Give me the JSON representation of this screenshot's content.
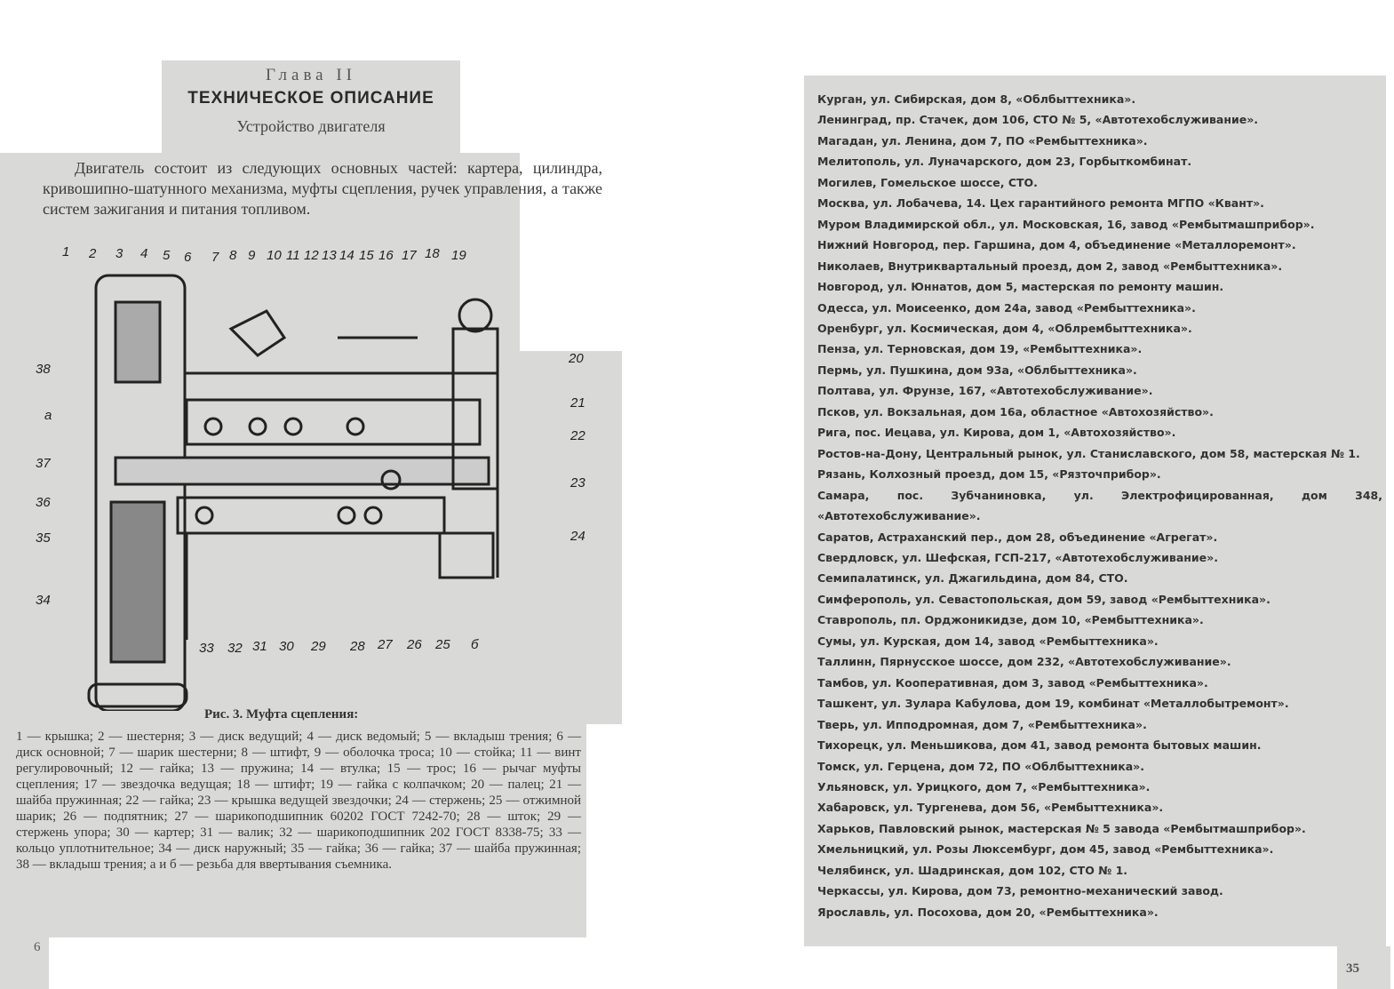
{
  "left_page": {
    "chapter": "Глава II",
    "title": "ТЕХНИЧЕСКОЕ ОПИСАНИЕ",
    "section": "Устройство двигателя",
    "intro": "Двигатель состоит из следующих основных частей: картера, цилиндра, кривошипно-шатунного механизма, муфты сцепления, ручек управления, а также систем зажигания и питания топливом.",
    "figure_labels_top": [
      "1",
      "2",
      "3",
      "4",
      "5",
      "6",
      "7",
      "8",
      "9",
      "10",
      "11",
      "12",
      "13",
      "14",
      "15",
      "16",
      "17",
      "18",
      "19"
    ],
    "figure_labels_right": [
      "20",
      "21",
      "22",
      "23",
      "24"
    ],
    "figure_labels_bottom": [
      "33",
      "32",
      "31",
      "30",
      "29",
      "28",
      "27",
      "26",
      "25",
      "б"
    ],
    "figure_labels_left": [
      "38",
      "а",
      "37",
      "36",
      "35",
      "34"
    ],
    "caption_title": "Рис. 3. Муфта сцепления:",
    "caption": "1 — крышка; 2 — шестерня; 3 — диск ведущий; 4 — диск ведомый; 5 — вкладыш трения; 6 — диск основной; 7 — шарик шестерни; 8 — штифт, 9 — оболочка троса; 10 — стойка; 11 — винт регулировочный; 12 — гайка; 13 — пружина; 14 — втулка; 15 — трос; 16 — рычаг муфты сцепления; 17 — звездочка ведущая; 18 — штифт; 19 — гайка с колпачком; 20 — палец; 21 — шайба пружинная; 22 — гайка; 23 — крышка ведущей звездочки; 24 — стержень; 25 — отжимной шарик; 26 — подпятник; 27 — шарикоподшипник 60202 ГОСТ 7242-70; 28 — шток; 29 — стержень упора; 30 — картер; 31 — валик; 32 — шарикоподшипник 202 ГОСТ 8338-75; 33 — кольцо уплотнительное; 34 — диск наружный; 35 — гайка; 36 — гайка; 37 — шайба пружинная; 38 — вкладыш трения; а и б — резьба для ввертывания съемника.",
    "page_number": "6"
  },
  "right_page": {
    "addresses": [
      "Курган, ул. Сибирская, дом 8, «Облбыттехника».",
      "Ленинград, пр. Стачек, дом 106, СТО № 5, «Автотехобслуживание».",
      "Магадан, ул. Ленина, дом 7, ПО «Рембыттехника».",
      "Мелитополь, ул. Луначарского, дом 23, Горбыткомбинат.",
      "Могилев, Гомельское шоссе, СТО.",
      "Москва, ул. Лобачева, 14. Цех гарантийного ремонта МГПО «Квант».",
      "Муром Владимирской обл., ул. Московская, 16, завод «Рембытмашприбор».",
      "Нижний Новгород, пер. Гаршина, дом 4, объединение «Металлоремонт».",
      "Николаев, Внутриквартальный проезд, дом 2, завод «Рембыттехника».",
      "Новгород, ул. Юннатов, дом 5, мастерская по ремонту машин.",
      "Одесса, ул. Моисеенко, дом 24а, завод «Рембыттехника».",
      "Оренбург, ул. Космическая, дом 4, «Облрембыттехника».",
      "Пенза, ул. Терновская, дом 19, «Рембыттехника».",
      "Пермь, ул. Пушкина, дом 93а, «Облбыттехника».",
      "Полтава, ул. Фрунзе, 167, «Автотехобслуживание».",
      "Псков, ул. Вокзальная, дом 16а, областное «Автохозяйство».",
      "Рига, пос. Иецава, ул. Кирова, дом 1, «Автохозяйство».",
      "Ростов-на-Дону, Центральный рынок, ул. Станиславского, дом 58, мастерская № 1.",
      "Рязань, Колхозный проезд, дом 15, «Рязточприбор».",
      "Самара, пос. Зубчаниновка, ул. Электрофицированная, дом 348, «Автотехобслуживание».",
      "Саратов, Астраханский пер., дом 28, объединение «Агрегат».",
      "Свердловск, ул. Шефская, ГСП-217, «Автотехобслуживание».",
      "Семипалатинск, ул. Джагильдина, дом 84, СТО.",
      "Симферополь, ул. Севастопольская, дом 59, завод «Рембыттехника».",
      "Ставрополь, пл. Орджоникидзе, дом 10, «Рембыттехника».",
      "Сумы, ул. Курская, дом 14, завод «Рембыттехника».",
      "Таллинн, Пярнусское шоссе, дом 232, «Автотехобслуживание».",
      "Тамбов, ул. Кооперативная, дом 3, завод «Рембыттехника».",
      "Ташкент, ул. Зулара Кабулова, дом 19, комбинат «Металлобытремонт».",
      "Тверь, ул. Ипподромная, дом 7, «Рембыттехника».",
      "Тихорецк, ул. Меньшикова, дом 41, завод ремонта бытовых машин.",
      "Томск, ул. Герцена, дом 72, ПО «Облбыттехника».",
      "Ульяновск, ул. Урицкого, дом 7, «Рембыттехника».",
      "Хабаровск, ул. Тургенева, дом 56, «Рембыттехника».",
      "Харьков, Павловский рынок, мастерская № 5 завода «Рембытмашприбор».",
      "Хмельницкий, ул. Розы Люксембург, дом 45, завод «Рембыттехника».",
      "Челябинск, ул. Шадринская, дом 102, СТО № 1.",
      "Черкассы, ул. Кирова, дом 73, ремонтно-механический завод.",
      "Ярославль, ул. Посохова, дом 20, «Рембыттехника»."
    ],
    "page_number": "35"
  }
}
